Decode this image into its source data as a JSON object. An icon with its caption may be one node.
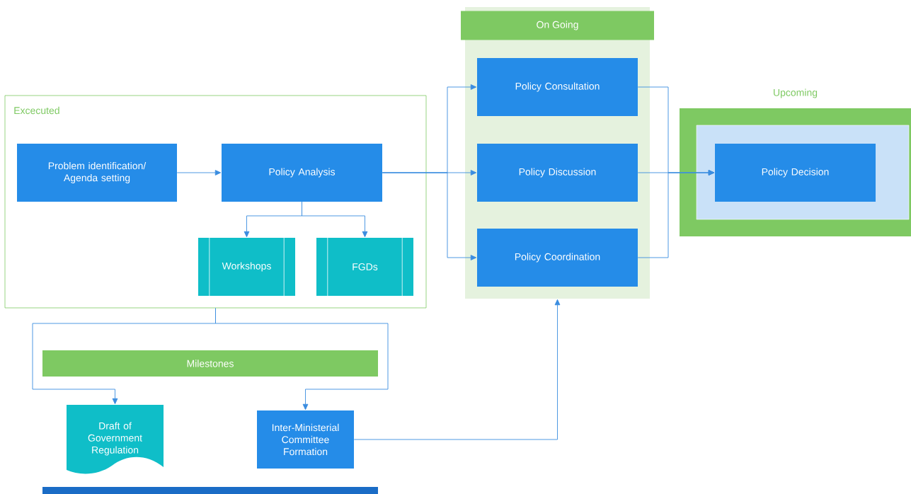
{
  "diagram": {
    "nodes": [
      {
        "text": [
          "Excecuted"
        ]
      },
      {
        "text": [
          "Problem identification/ Agenda setting"
        ],
        "in": 0
      },
      {
        "text": [
          "Policy Analysis"
        ],
        "in": 0
      },
      {
        "text": [
          "Workshops"
        ],
        "in": 0
      },
      {
        "text": [
          "FGDs"
        ],
        "in": 0
      },
      {
        "text": [
          "On Going"
        ]
      },
      {
        "text": [
          "Policy Consultation"
        ],
        "in": 5
      },
      {
        "text": [
          "Policy Discussion"
        ],
        "in": 5
      },
      {
        "text": [
          "Policy Coordination"
        ],
        "in": 5
      },
      {
        "text": [
          "Upcoming"
        ]
      },
      {
        "text": [
          "Policy Decision"
        ],
        "in": 9
      },
      {
        "text": [
          "Milestones"
        ]
      },
      {
        "text": [
          "Draft of Government Regulation"
        ]
      },
      {
        "text": [
          "Inter-Ministerial Committee Formation"
        ]
      }
    ],
    "edges": [
      {
        "from": 1,
        "to": 2,
        "arrow": "to"
      },
      {
        "from": 2,
        "to": 6,
        "arrow": "to"
      },
      {
        "from": 2,
        "to": 7,
        "arrow": "to"
      },
      {
        "from": 2,
        "to": 8,
        "arrow": "to"
      },
      {
        "from": 2,
        "to": 3,
        "arrow": "to"
      },
      {
        "from": 2,
        "to": 4,
        "arrow": "to"
      },
      {
        "from": 6,
        "to": 10,
        "arrow": "to"
      },
      {
        "from": 7,
        "to": 10,
        "arrow": "to"
      },
      {
        "from": 8,
        "to": 10,
        "arrow": "to"
      },
      {
        "from": 0,
        "to": 12,
        "arrow": "to"
      },
      {
        "from": 0,
        "to": 13,
        "arrow": "to"
      },
      {
        "from": 13,
        "to": 5,
        "arrow": "to"
      }
    ]
  }
}
